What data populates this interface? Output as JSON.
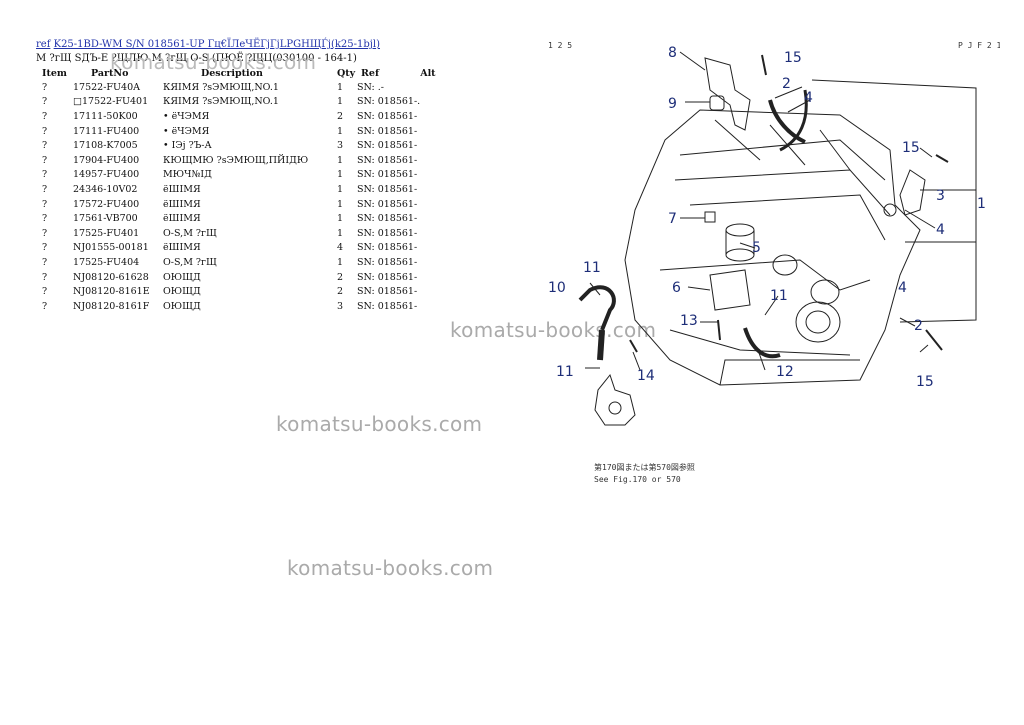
{
  "breadcrumb": {
    "link1": "ref",
    "link2": "K25-1BD-WM S/N 018561-UP Гц€ЇЛеЧЁГјГјLPGHЩЃј(k25-1bjl)"
  },
  "subtitle": "М ?гЩ SДЪ-Е ?ЩЛЮ М ?гЩ О-S (ПЮЁ ?ЩЦ(030100 - 164-1)",
  "table": {
    "headers": [
      "Item",
      "PartNo",
      "Description",
      "Qty",
      "Ref",
      "Alt"
    ],
    "rows": [
      [
        "?",
        "17522-FU40A",
        "КЯІМЯ ?sЭМЮЩ,NO.1",
        "1",
        "SN: .-"
      ],
      [
        "?",
        "□17522-FU401",
        "КЯІМЯ ?sЭМЮЩ,NO.1",
        "1",
        "SN: 018561-."
      ],
      [
        "?",
        "17111-50K00",
        "• ёЧЭМЯ",
        "2",
        "SN: 018561-"
      ],
      [
        "?",
        "17111-FU400",
        "• ёЧЭМЯ",
        "1",
        "SN: 018561-"
      ],
      [
        "?",
        "17108-K7005",
        "• ІЭj ?Ъ-А",
        "3",
        "SN: 018561-"
      ],
      [
        "?",
        "17904-FU400",
        "КЮЩМЮ ?sЭМЮЩ,ПЙІДЮ",
        "1",
        "SN: 018561-"
      ],
      [
        "?",
        "14957-FU400",
        "МЮЧ№ІД",
        "1",
        "SN: 018561-"
      ],
      [
        "?",
        "24346-10V02",
        "ёШІМЯ",
        "1",
        "SN: 018561-"
      ],
      [
        "?",
        "17572-FU400",
        "ёШІМЯ",
        "1",
        "SN: 018561-"
      ],
      [
        "?",
        "17561-VB700",
        "ёШІМЯ",
        "1",
        "SN: 018561-"
      ],
      [
        "?",
        "17525-FU401",
        "О-S,М ?гЩ",
        "1",
        "SN: 018561-"
      ],
      [
        "?",
        "NJ01555-00181",
        "ёШІМЯ",
        "4",
        "SN: 018561-"
      ],
      [
        "?",
        "17525-FU404",
        "О-S,М ?гЩ",
        "1",
        "SN: 018561-"
      ],
      [
        "?",
        "NJ08120-61628",
        "ОЮЩД",
        "2",
        "SN: 018561-"
      ],
      [
        "?",
        "NJ08120-8161E",
        "ОЮЩД",
        "2",
        "SN: 018561-"
      ],
      [
        "?",
        "NJ08120-8161F",
        "ОЮЩД",
        "3",
        "SN: 018561-"
      ]
    ]
  },
  "watermark": "komatsu-books.com",
  "diagram": {
    "callouts": [
      "1",
      "2",
      "3",
      "4",
      "5",
      "6",
      "7",
      "8",
      "9",
      "10",
      "11",
      "12",
      "13",
      "14",
      "15"
    ],
    "caption_jp": "第170図または第570図参照",
    "caption_en": "See Fig.170 or 570",
    "corner_left": "1 2 5",
    "corner_right": "P J F 2 1",
    "colors": {
      "callout": "#1e2e78",
      "line": "#222222"
    }
  }
}
